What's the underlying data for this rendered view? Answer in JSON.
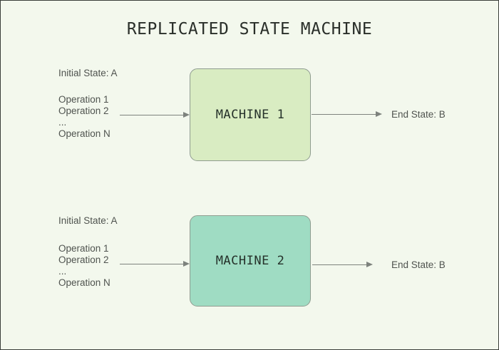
{
  "title": "REPLICATED STATE MACHINE",
  "colors": {
    "background": "#f3f8ed",
    "machine1_fill": "#d9ecc2",
    "machine2_fill": "#9fdcc3",
    "box_border": "#8f9c90",
    "arrow": "#7d827d",
    "label_text": "#4f534f",
    "machine_text": "#25312a",
    "title_text": "#2a2f2a"
  },
  "machines": [
    {
      "label": "MACHINE 1",
      "inputs": {
        "initial_state": "Initial State: A",
        "operations": [
          "Operation 1",
          "Operation 2",
          "...",
          "Operation N"
        ]
      },
      "output": "End State: B"
    },
    {
      "label": "MACHINE 2",
      "inputs": {
        "initial_state": "Initial State: A",
        "operations": [
          "Operation 1",
          "Operation 2",
          "...",
          "Operation N"
        ]
      },
      "output": "End State: B"
    }
  ]
}
